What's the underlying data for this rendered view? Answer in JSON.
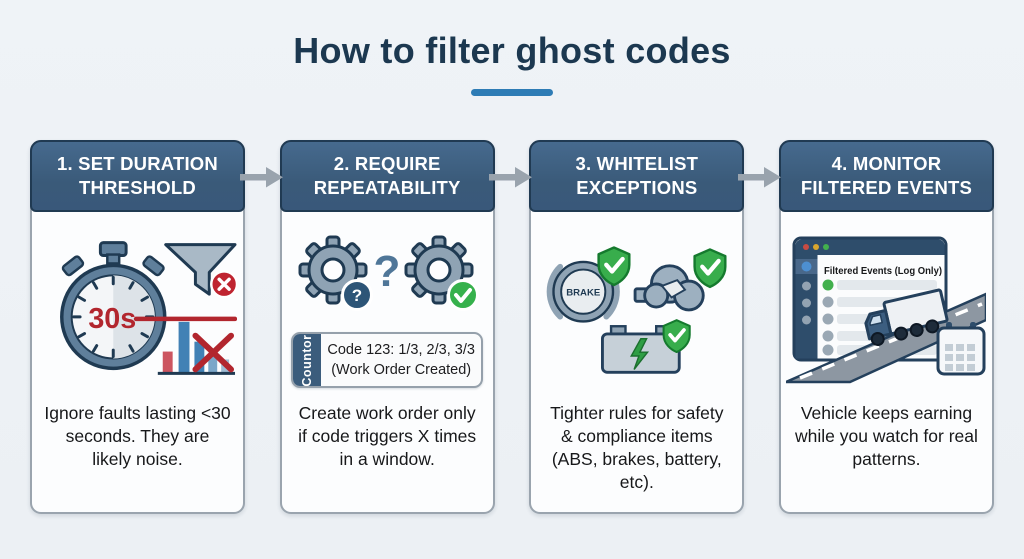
{
  "title": "How to filter ghost codes",
  "steps": [
    {
      "heading_line1": "1. SET DURATION",
      "heading_line2": "THRESHOLD",
      "description": "Ignore faults lasting <30 seconds. They are likely noise.",
      "stopwatch_label": "30s"
    },
    {
      "heading_line1": "2. REQUIRE",
      "heading_line2": "REPEATABILITY",
      "description": "Create work order only if code triggers X times in a window.",
      "question_mark": "?",
      "badge_question": "?",
      "counter_tab": "Countor",
      "counter_line1": "Code 123: 1/3, 2/3, 3/3",
      "counter_line2": "(Work Order Created)"
    },
    {
      "heading_line1": "3. WHITELIST",
      "heading_line2": "EXCEPTIONS",
      "description": "Tighter rules for safety & compliance items (ABS, brakes, battery, etc).",
      "brake_label": "BRAKE"
    },
    {
      "heading_line1": "4. MONITOR",
      "heading_line2": "FILTERED EVENTS",
      "description": "Vehicle keeps earning while you watch for real patterns.",
      "window_title": "Filtered Events (Log Only)"
    }
  ],
  "colors": {
    "background": "#edf1f5",
    "title_text": "#1c3850",
    "accent_underline": "#2e7cb5",
    "header_background": "#3b5c7c",
    "header_border": "#203a52",
    "card_border": "#9aa4ae",
    "red": "#b2262e",
    "green": "#3cb34f",
    "steel": "#8fa3b4",
    "arrow": "#99a3ad"
  }
}
